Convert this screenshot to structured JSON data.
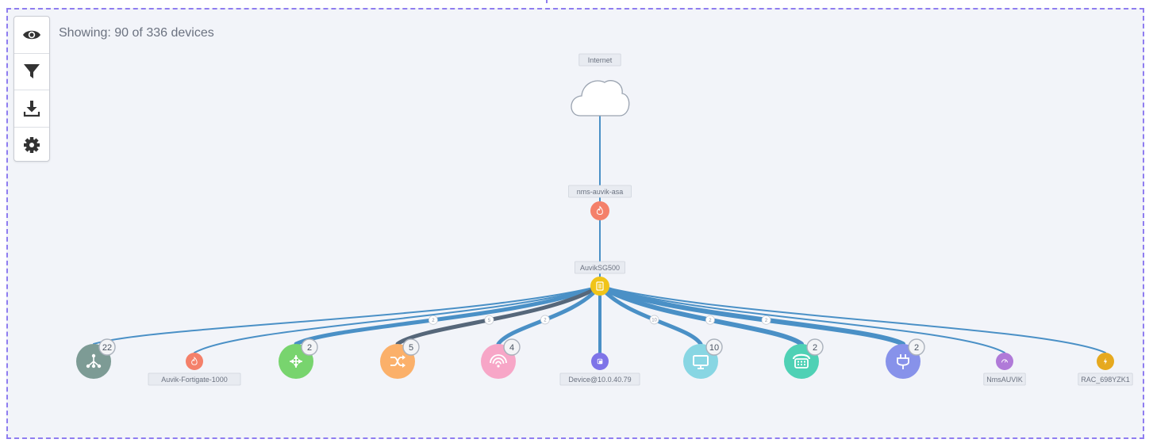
{
  "status": {
    "prefix": "Showing:",
    "shown": "90",
    "of_word": "of",
    "total": "336",
    "suffix": "devices"
  },
  "toolbar": {
    "buttons": [
      {
        "icon": "eye-icon"
      },
      {
        "icon": "filter-icon"
      },
      {
        "icon": "download-icon"
      },
      {
        "icon": "gear-icon"
      }
    ]
  },
  "topology": {
    "root": {
      "label": "Internet",
      "icon": "cloud-icon"
    },
    "firewall": {
      "label": "nms-auvik-asa",
      "icon": "flame-icon",
      "color": "#f4806a"
    },
    "switch": {
      "label": "AuvikSG500",
      "icon": "switch-icon",
      "color": "#f0c419"
    },
    "children": [
      {
        "name": "network-group",
        "icon": "network-icon",
        "color": "#7d9b95",
        "count": "22",
        "label": ""
      },
      {
        "name": "auvik-fortigate",
        "icon": "flame-icon",
        "color": "#f4806a",
        "count": "",
        "label": "Auvik-Fortigate-1000"
      },
      {
        "name": "router-group",
        "icon": "router-icon",
        "color": "#78d46e",
        "count": "2",
        "label": "",
        "link": "2"
      },
      {
        "name": "switch-group",
        "icon": "shuffle-icon",
        "color": "#fbb06a",
        "count": "5",
        "label": "",
        "link": "5"
      },
      {
        "name": "wifi-group",
        "icon": "wifi-icon",
        "color": "#f7a6c7",
        "count": "4",
        "label": "",
        "link": "2"
      },
      {
        "name": "device-10-0-40-79",
        "icon": "device-icon",
        "color": "#7e74e8",
        "count": "",
        "label": "Device@10.0.40.79"
      },
      {
        "name": "workstation-group",
        "icon": "monitor-icon",
        "color": "#88d6e3",
        "count": "10",
        "label": "",
        "link": "10"
      },
      {
        "name": "phone-group",
        "icon": "phone-icon",
        "color": "#4fd1b5",
        "count": "2",
        "label": "",
        "link": "2"
      },
      {
        "name": "power-group",
        "icon": "plug-icon",
        "color": "#8792ea",
        "count": "2",
        "label": "",
        "link": "2"
      },
      {
        "name": "nms-auvik",
        "icon": "gauge-icon",
        "color": "#b07ad8",
        "count": "",
        "label": "NmsAUVIK"
      },
      {
        "name": "rac-698yzk1",
        "icon": "lightning-icon",
        "color": "#e6a91f",
        "count": "",
        "label": "RAC_698YZK1"
      }
    ]
  }
}
